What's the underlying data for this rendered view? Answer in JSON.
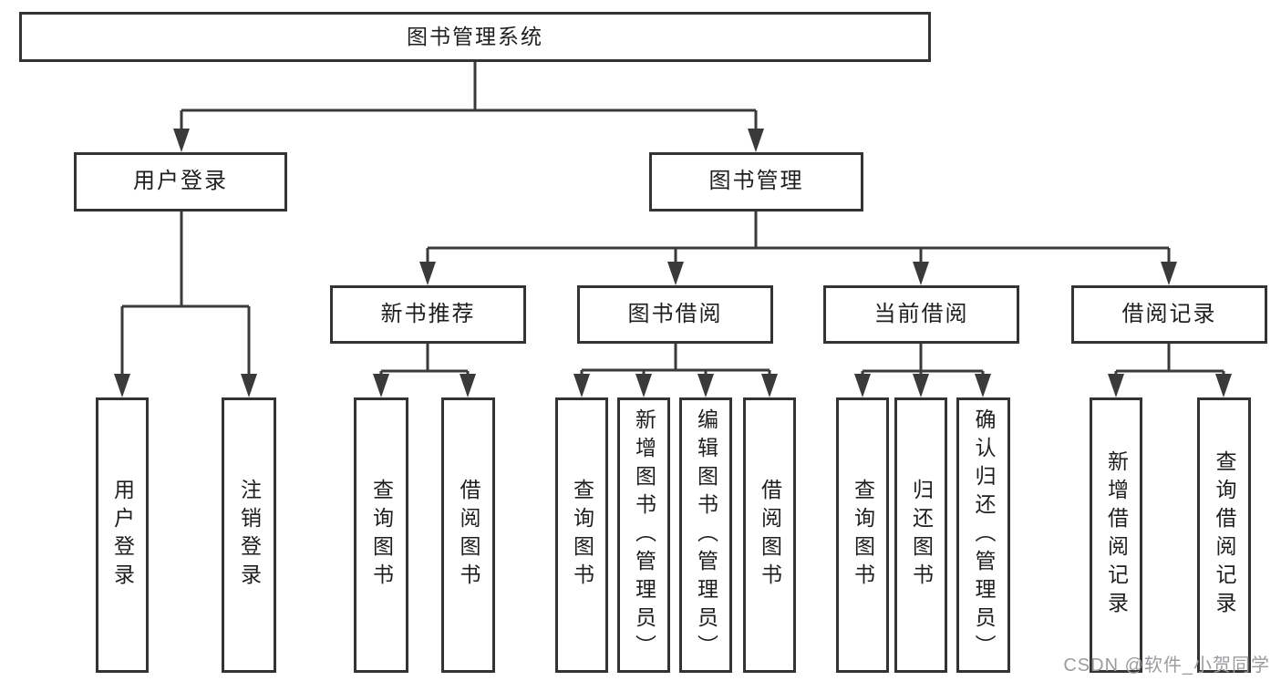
{
  "tree": {
    "root": "图书管理系统",
    "branches": [
      {
        "label": "用户登录",
        "children": [
          "用户登录",
          "注销登录"
        ]
      },
      {
        "label": "图书管理",
        "children": [
          {
            "label": "新书推荐",
            "children": [
              "查询图书",
              "借阅图书"
            ]
          },
          {
            "label": "图书借阅",
            "children": [
              "查询图书",
              "新增图书（管理员）",
              "编辑图书（管理员）",
              "借阅图书"
            ]
          },
          {
            "label": "当前借阅",
            "children": [
              "查询图书",
              "归还图书",
              "确认归还（管理员）"
            ]
          },
          {
            "label": "借阅记录",
            "children": [
              "新增借阅记录",
              "查询借阅记录"
            ]
          }
        ]
      }
    ]
  },
  "watermark": {
    "text": "CSDN @软件_小贺同学"
  },
  "colors": {
    "line": "#3a3a3a",
    "box_border": "#333333",
    "text": "#1e1e1e",
    "watermark": "#9c9ca0",
    "background": "#ffffff"
  }
}
